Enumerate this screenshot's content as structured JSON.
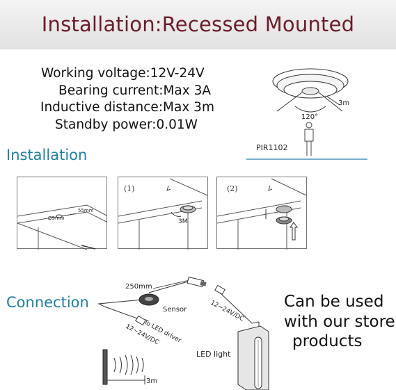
{
  "header": {
    "title": "Installation:Recessed Mounted"
  },
  "specs": [
    "Working voltage:12V-24V",
    "Bearing current:Max 3A",
    "Inductive distance:Max 3m",
    "Standby power:0.01W"
  ],
  "sensor_diagram": {
    "angle": "120°",
    "distance": "3m",
    "model": "PIR1102"
  },
  "installation": {
    "title": "Installation",
    "steps": [
      {
        "step": "",
        "labels": [
          "Ø9mm",
          "55mm"
        ]
      },
      {
        "step": "(1)",
        "labels": [
          "3M"
        ]
      },
      {
        "step": "(2)",
        "labels": []
      }
    ]
  },
  "connection": {
    "title": "Connection",
    "labels": {
      "cable_length": "250mm",
      "sensor": "Sensor",
      "voltage_a": "12~24V/DC",
      "to_driver": "To LED driver",
      "voltage_b": "12~24V/DC",
      "led_light": "LED light",
      "distance": "3m"
    },
    "tagline": [
      "Can be used",
      "with our store",
      "products"
    ]
  },
  "colors": {
    "title": "#6b1d2a",
    "section": "#1f7fa5"
  }
}
